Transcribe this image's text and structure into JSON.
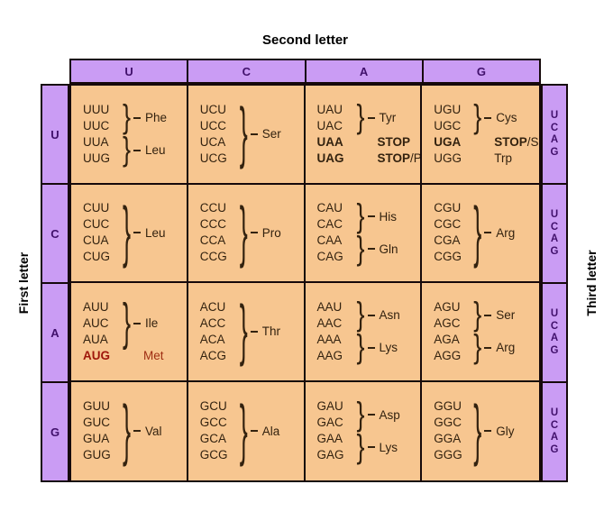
{
  "labels": {
    "second_letter": "Second letter",
    "first_letter": "First letter",
    "third_letter": "Third letter"
  },
  "column_headers": [
    "U",
    "C",
    "A",
    "G"
  ],
  "row_headers": [
    "U",
    "C",
    "A",
    "G"
  ],
  "third_letters": [
    "U",
    "C",
    "A",
    "G"
  ],
  "colors": {
    "purple_bg": "#ca9cf4",
    "purple_text": "#40106b",
    "orange_bg": "#f7c690",
    "border": "#16090b",
    "text": "#33220f",
    "start_codon": "#9e150a",
    "start_aa": "#9e2d12"
  },
  "grid": {
    "rows": [
      {
        "first": "U",
        "cells": [
          {
            "groups": [
              {
                "type": "brace",
                "codons": [
                  "UUU",
                  "UUC"
                ],
                "aa": "Phe"
              },
              {
                "type": "brace",
                "codons": [
                  "UUA",
                  "UUG"
                ],
                "aa": "Leu"
              }
            ]
          },
          {
            "groups": [
              {
                "type": "brace",
                "codons": [
                  "UCU",
                  "UCC",
                  "UCA",
                  "UCG"
                ],
                "aa": "Ser"
              }
            ]
          },
          {
            "groups": [
              {
                "type": "brace",
                "codons": [
                  "UAU",
                  "UAC"
                ],
                "aa": "Tyr"
              },
              {
                "type": "plain",
                "lines": [
                  {
                    "codon": "UAA",
                    "codon_bold": true,
                    "aa": "STOP",
                    "aa_bold": true,
                    "aa_suffix": "",
                    "highlight": false
                  },
                  {
                    "codon": "UAG",
                    "codon_bold": true,
                    "aa": "STOP",
                    "aa_bold": true,
                    "aa_suffix": "/Pyl",
                    "highlight": false
                  }
                ]
              }
            ]
          },
          {
            "groups": [
              {
                "type": "brace",
                "codons": [
                  "UGU",
                  "UGC"
                ],
                "aa": "Cys"
              },
              {
                "type": "plain",
                "lines": [
                  {
                    "codon": "UGA",
                    "codon_bold": true,
                    "aa": "STOP",
                    "aa_bold": true,
                    "aa_suffix": "/Sec",
                    "highlight": false
                  },
                  {
                    "codon": "UGG",
                    "codon_bold": false,
                    "aa": "Trp",
                    "aa_bold": false,
                    "aa_suffix": "",
                    "highlight": false
                  }
                ]
              }
            ]
          }
        ]
      },
      {
        "first": "C",
        "cells": [
          {
            "groups": [
              {
                "type": "brace",
                "codons": [
                  "CUU",
                  "CUC",
                  "CUA",
                  "CUG"
                ],
                "aa": "Leu"
              }
            ]
          },
          {
            "groups": [
              {
                "type": "brace",
                "codons": [
                  "CCU",
                  "CCC",
                  "CCA",
                  "CCG"
                ],
                "aa": "Pro"
              }
            ]
          },
          {
            "groups": [
              {
                "type": "brace",
                "codons": [
                  "CAU",
                  "CAC"
                ],
                "aa": "His"
              },
              {
                "type": "brace",
                "codons": [
                  "CAA",
                  "CAG"
                ],
                "aa": "Gln"
              }
            ]
          },
          {
            "groups": [
              {
                "type": "brace",
                "codons": [
                  "CGU",
                  "CGC",
                  "CGA",
                  "CGG"
                ],
                "aa": "Arg"
              }
            ]
          }
        ]
      },
      {
        "first": "A",
        "cells": [
          {
            "groups": [
              {
                "type": "brace",
                "codons": [
                  "AUU",
                  "AUC",
                  "AUA"
                ],
                "aa": "Ile"
              },
              {
                "type": "plain",
                "lines": [
                  {
                    "codon": "AUG",
                    "codon_bold": true,
                    "aa": "Met",
                    "aa_bold": false,
                    "aa_suffix": "",
                    "highlight": true
                  }
                ]
              }
            ]
          },
          {
            "groups": [
              {
                "type": "brace",
                "codons": [
                  "ACU",
                  "ACC",
                  "ACA",
                  "ACG"
                ],
                "aa": "Thr"
              }
            ]
          },
          {
            "groups": [
              {
                "type": "brace",
                "codons": [
                  "AAU",
                  "AAC"
                ],
                "aa": "Asn"
              },
              {
                "type": "brace",
                "codons": [
                  "AAA",
                  "AAG"
                ],
                "aa": "Lys"
              }
            ]
          },
          {
            "groups": [
              {
                "type": "brace",
                "codons": [
                  "AGU",
                  "AGC"
                ],
                "aa": "Ser"
              },
              {
                "type": "brace",
                "codons": [
                  "AGA",
                  "AGG"
                ],
                "aa": "Arg"
              }
            ]
          }
        ]
      },
      {
        "first": "G",
        "cells": [
          {
            "groups": [
              {
                "type": "brace",
                "codons": [
                  "GUU",
                  "GUC",
                  "GUA",
                  "GUG"
                ],
                "aa": "Val"
              }
            ]
          },
          {
            "groups": [
              {
                "type": "brace",
                "codons": [
                  "GCU",
                  "GCC",
                  "GCA",
                  "GCG"
                ],
                "aa": "Ala"
              }
            ]
          },
          {
            "groups": [
              {
                "type": "brace",
                "codons": [
                  "GAU",
                  "GAC"
                ],
                "aa": "Asp"
              },
              {
                "type": "brace",
                "codons": [
                  "GAA",
                  "GAG"
                ],
                "aa": "Lys"
              }
            ]
          },
          {
            "groups": [
              {
                "type": "brace",
                "codons": [
                  "GGU",
                  "GGC",
                  "GGA",
                  "GGG"
                ],
                "aa": "Gly"
              }
            ]
          }
        ]
      }
    ]
  }
}
